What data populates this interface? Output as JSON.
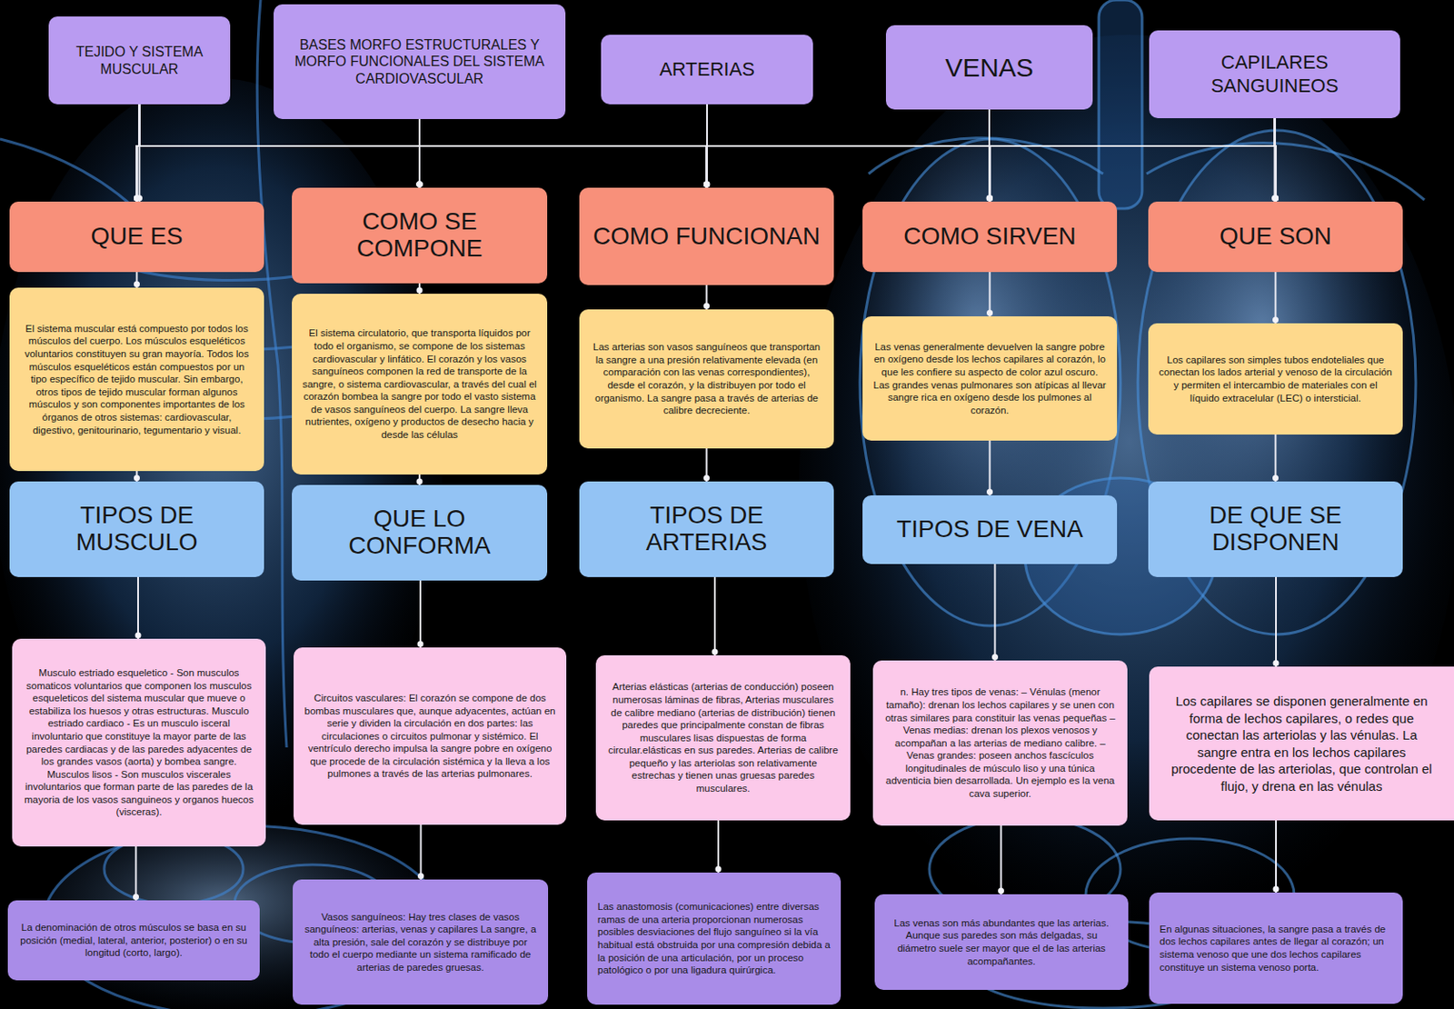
{
  "diagram": {
    "nodes": [
      {
        "text": [
          "TEJIDO Y SISTEMA MUSCULAR"
        ]
      },
      {
        "text": [
          "BASES MORFO ESTRUCTURALES Y MORFO FUNCIONALES DEL SISTEMA CARDIOVASCULAR"
        ]
      },
      {
        "text": [
          "ARTERIAS"
        ]
      },
      {
        "text": [
          "VENAS"
        ]
      },
      {
        "text": [
          "CAPILARES SANGUINEOS"
        ]
      },
      {
        "text": [
          "QUE ES"
        ]
      },
      {
        "text": [
          "COMO SE COMPONE"
        ]
      },
      {
        "text": [
          "COMO FUNCIONAN"
        ]
      },
      {
        "text": [
          "COMO SIRVEN"
        ]
      },
      {
        "text": [
          "QUE SON"
        ]
      },
      {
        "text": [
          "El sistema muscular está compuesto por todos los músculos del cuerpo. Los músculos esqueléticos voluntarios constituyen su gran mayoría. Todos los músculos esqueléticos están compuestos por un tipo específico de tejido muscular. Sin embargo, otros tipos de tejido muscular forman algunos músculos y son componentes importantes de los órganos de otros sistemas: cardiovascular, digestivo, genitourinario, tegumentario y visual."
        ]
      },
      {
        "text": [
          "El sistema circulatorio, que transporta líquidos por todo el organismo, se compone de los sistemas cardiovascular y linfático. El corazón y los vasos sanguíneos componen la red de transporte de la sangre, o sistema cardiovascular, a través del cual el corazón bombea la sangre por todo el vasto sistema de vasos sanguíneos del cuerpo. La sangre lleva nutrientes, oxígeno y productos de desecho hacia y desde las células"
        ]
      },
      {
        "text": [
          "Las arterias son vasos sanguíneos que transportan la sangre a una presión relativamente elevada (en comparación con las venas correspondientes), desde el corazón, y la distribuyen por todo el organismo. La sangre pasa a través de arterias de calibre decreciente."
        ]
      },
      {
        "text": [
          "Las venas generalmente devuelven la sangre pobre en oxígeno desde los lechos capilares al corazón, lo que les confiere su aspecto de color azul oscuro. Las grandes venas pulmonares son atípicas al llevar sangre rica en oxígeno desde los pulmones al corazón."
        ]
      },
      {
        "text": [
          "Los capilares son simples tubos endoteliales que conectan los lados arterial y venoso de la circulación y permiten el intercambio de materiales con el líquido extracelular (LEC) o intersticial."
        ]
      },
      {
        "text": [
          "TIPOS DE MUSCULO"
        ]
      },
      {
        "text": [
          "QUE LO CONFORMA"
        ]
      },
      {
        "text": [
          "TIPOS DE ARTERIAS"
        ]
      },
      {
        "text": [
          "TIPOS DE VENA"
        ]
      },
      {
        "text": [
          "DE QUE SE DISPONEN"
        ]
      },
      {
        "text": [
          "Musculo estriado esqueletico - Son musculos somaticos voluntarios que componen los musculos esqueleticos del sistema muscular que mueve o estabiliza los huesos y otras estructuras. Musculo estriado cardiaco - Es un musculo isceral involuntario que constituye la mayor parte de las paredes cardiacas y de las paredes adyacentes de los grandes vasos (aorta) y bombea sangre. Musculos lisos - Son musculos viscerales involuntarios que forman parte de las paredes de la mayoria de los vasos sanguineos y organos huecos (visceras)."
        ]
      },
      {
        "text": [
          "Circuitos vasculares: El corazón se compone de dos bombas musculares que, aunque adyacentes, actúan en serie y dividen la circulación en dos partes: las circulaciones o circuitos pulmonar y sistémico. El ventrículo derecho impulsa la sangre pobre en oxígeno que procede de la circulación sistémica y la lleva a los pulmones a través de las arterias pulmonares."
        ]
      },
      {
        "text": [
          "Arterias elásticas (arterias de conducción) poseen numerosas láminas de fibras, Arterias musculares de calibre mediano (arterias de distribución) tienen paredes que principalmente constan de fibras musculares lisas dispuestas de forma circular.elásticas en sus paredes. Arterias de calibre pequeño y las arteriolas son relativamente estrechas y tienen unas gruesas paredes musculares."
        ]
      },
      {
        "text": [
          "n. Hay tres tipos de venas: – Vénulas (menor tamaño): drenan los lechos capilares y se unen con otras similares para constituir las venas pequeñas – Venas medias: drenan los plexos venosos y acompañan a las arterias de mediano calibre. – Venas grandes: poseen anchos fascículos longitudinales de músculo liso y una túnica adventicia bien desarrollada. Un ejemplo es la vena cava superior."
        ]
      },
      {
        "text": [
          "Los capilares se disponen generalmente en forma de lechos capilares, o redes que conectan las arteriolas y las vénulas. La sangre entra en los lechos capilares procedente de las arteriolas, que controlan el flujo, y drena en las vénulas"
        ]
      },
      {
        "text": [
          "La denominación de otros músculos se basa en su posición (medial, lateral, anterior, posterior) o en su longitud (corto, largo)."
        ]
      },
      {
        "text": [
          "Vasos sanguíneos: Hay tres clases de vasos sanguíneos: arterias, venas y capilares La sangre, a alta presión, sale del corazón y se distribuye por todo el cuerpo mediante un sistema ramificado de arterias de paredes gruesas."
        ]
      },
      {
        "text": [
          "Las anastomosis (comunicaciones) entre diversas ramas de una arteria proporcionan numerosas posibles desviaciones del flujo sanguíneo si la vía habitual está obstruida por una compresión debida a la posición de una articulación, por un proceso patológico o por una ligadura quirúrgica."
        ]
      },
      {
        "text": [
          "Las venas son más abundantes que las arterias. Aunque sus paredes son más delgadas, su diámetro suele ser mayor que el de las arterias acompañantes."
        ]
      },
      {
        "text": [
          "En algunas situaciones, la sangre pasa a través de dos lechos capilares antes de llegar al corazón; un sistema venoso que une dos lechos capilares constituye un sistema venoso porta."
        ]
      }
    ],
    "edges": [
      {
        "from": 0,
        "to": 5,
        "arrow": "none"
      },
      {
        "from": 0,
        "to": 6,
        "arrow": "none"
      },
      {
        "from": 0,
        "to": 7,
        "arrow": "none"
      },
      {
        "from": 0,
        "to": 8,
        "arrow": "none"
      },
      {
        "from": 0,
        "to": 9,
        "arrow": "none"
      },
      {
        "from": 1,
        "to": 5,
        "arrow": "none"
      },
      {
        "from": 1,
        "to": 6,
        "arrow": "none"
      },
      {
        "from": 1,
        "to": 7,
        "arrow": "none"
      },
      {
        "from": 1,
        "to": 8,
        "arrow": "none"
      },
      {
        "from": 1,
        "to": 9,
        "arrow": "none"
      },
      {
        "from": 2,
        "to": 5,
        "arrow": "none"
      },
      {
        "from": 2,
        "to": 6,
        "arrow": "none"
      },
      {
        "from": 2,
        "to": 7,
        "arrow": "none"
      },
      {
        "from": 2,
        "to": 8,
        "arrow": "none"
      },
      {
        "from": 2,
        "to": 9,
        "arrow": "none"
      },
      {
        "from": 3,
        "to": 5,
        "arrow": "none"
      },
      {
        "from": 3,
        "to": 6,
        "arrow": "none"
      },
      {
        "from": 3,
        "to": 7,
        "arrow": "none"
      },
      {
        "from": 3,
        "to": 8,
        "arrow": "none"
      },
      {
        "from": 3,
        "to": 9,
        "arrow": "none"
      },
      {
        "from": 4,
        "to": 5,
        "arrow": "none"
      },
      {
        "from": 4,
        "to": 6,
        "arrow": "none"
      },
      {
        "from": 4,
        "to": 7,
        "arrow": "none"
      },
      {
        "from": 4,
        "to": 8,
        "arrow": "none"
      },
      {
        "from": 4,
        "to": 9,
        "arrow": "none"
      },
      {
        "from": 5,
        "to": 10,
        "arrow": "none"
      },
      {
        "from": 6,
        "to": 11,
        "arrow": "none"
      },
      {
        "from": 7,
        "to": 12,
        "arrow": "none"
      },
      {
        "from": 8,
        "to": 13,
        "arrow": "none"
      },
      {
        "from": 9,
        "to": 14,
        "arrow": "none"
      },
      {
        "from": 10,
        "to": 15,
        "arrow": "none"
      },
      {
        "from": 11,
        "to": 16,
        "arrow": "none"
      },
      {
        "from": 12,
        "to": 17,
        "arrow": "none"
      },
      {
        "from": 13,
        "to": 18,
        "arrow": "none"
      },
      {
        "from": 14,
        "to": 19,
        "arrow": "none"
      },
      {
        "from": 15,
        "to": 20,
        "arrow": "none"
      },
      {
        "from": 16,
        "to": 21,
        "arrow": "none"
      },
      {
        "from": 17,
        "to": 22,
        "arrow": "none"
      },
      {
        "from": 18,
        "to": 23,
        "arrow": "none"
      },
      {
        "from": 19,
        "to": 24,
        "arrow": "none"
      },
      {
        "from": 20,
        "to": 25,
        "arrow": "none"
      },
      {
        "from": 21,
        "to": 26,
        "arrow": "none"
      },
      {
        "from": 22,
        "to": 27,
        "arrow": "none"
      },
      {
        "from": 23,
        "to": 28,
        "arrow": "none"
      },
      {
        "from": 24,
        "to": 29,
        "arrow": "none"
      }
    ]
  }
}
